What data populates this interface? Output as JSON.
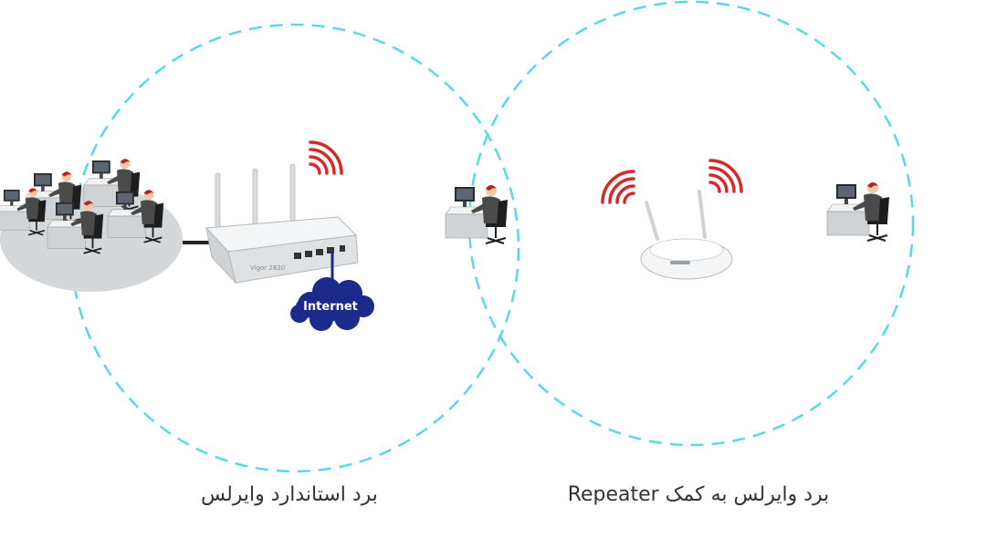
{
  "diagram": {
    "internet_label": "Internet",
    "router_label": "Vigor 2820",
    "caption_standard": "برد استاندارد وایرلس",
    "caption_repeater": "برد وایرلس به کمک Repeater"
  },
  "colors": {
    "coverage_ring": "#5ad8e6",
    "signal": "#d42a2a",
    "cloud": "#1c2a8c",
    "device_body": "#e9ecee",
    "cable": "#222222"
  },
  "icons": {
    "router": "router-icon",
    "repeater": "repeater-icon",
    "internet": "cloud-icon",
    "office": "call-center-office-icon",
    "workstation": "user-workstation-icon",
    "signal": "wifi-signal-icon"
  }
}
